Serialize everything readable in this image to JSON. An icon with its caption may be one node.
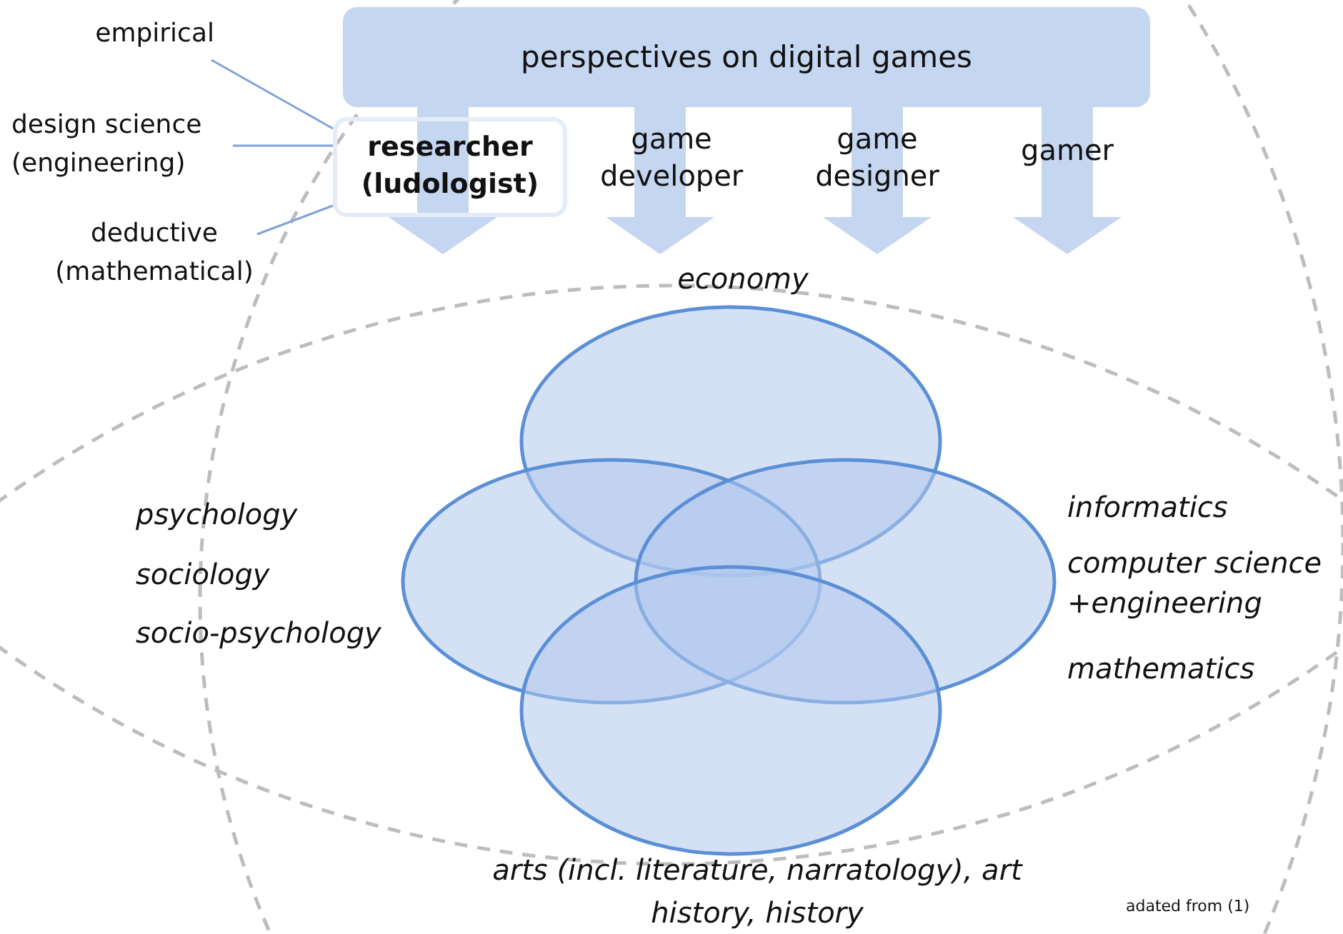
{
  "diagram": {
    "nodes": [
      {
        "text": [
          "perspectives on digital games"
        ]
      },
      {
        "text": [
          "researcher (ludologist)"
        ]
      },
      {
        "text": [
          "game developer"
        ]
      },
      {
        "text": [
          "game designer"
        ]
      },
      {
        "text": [
          "gamer"
        ]
      },
      {
        "text": [
          "empirical"
        ]
      },
      {
        "text": [
          "design science (engineering)"
        ]
      },
      {
        "text": [
          "deductive (mathematical)"
        ]
      },
      {
        "text": [],
        "shape": "ellipse",
        "beside": [
          "economy"
        ]
      },
      {
        "text": [],
        "shape": "ellipse",
        "beside": [
          "psychology",
          "sociology",
          "socio-psychology"
        ]
      },
      {
        "text": [],
        "shape": "ellipse",
        "beside": [
          "informatics",
          "computer science +engineering",
          "mathematics"
        ]
      },
      {
        "text": [],
        "shape": "ellipse",
        "beside": [
          "arts (incl. literature, narratology), art history, history"
        ]
      }
    ],
    "edges": [
      {
        "from": 0,
        "to": 1,
        "arrow": "to"
      },
      {
        "from": 0,
        "to": 2,
        "arrow": "to"
      },
      {
        "from": 0,
        "to": 3,
        "arrow": "to"
      },
      {
        "from": 0,
        "to": 4,
        "arrow": "to"
      },
      {
        "from": 5,
        "to": 1,
        "arrow": "none"
      },
      {
        "from": 6,
        "to": 1,
        "arrow": "none"
      },
      {
        "from": 7,
        "to": 1,
        "arrow": "none"
      }
    ],
    "labels": [
      "adated from (1)"
    ]
  }
}
